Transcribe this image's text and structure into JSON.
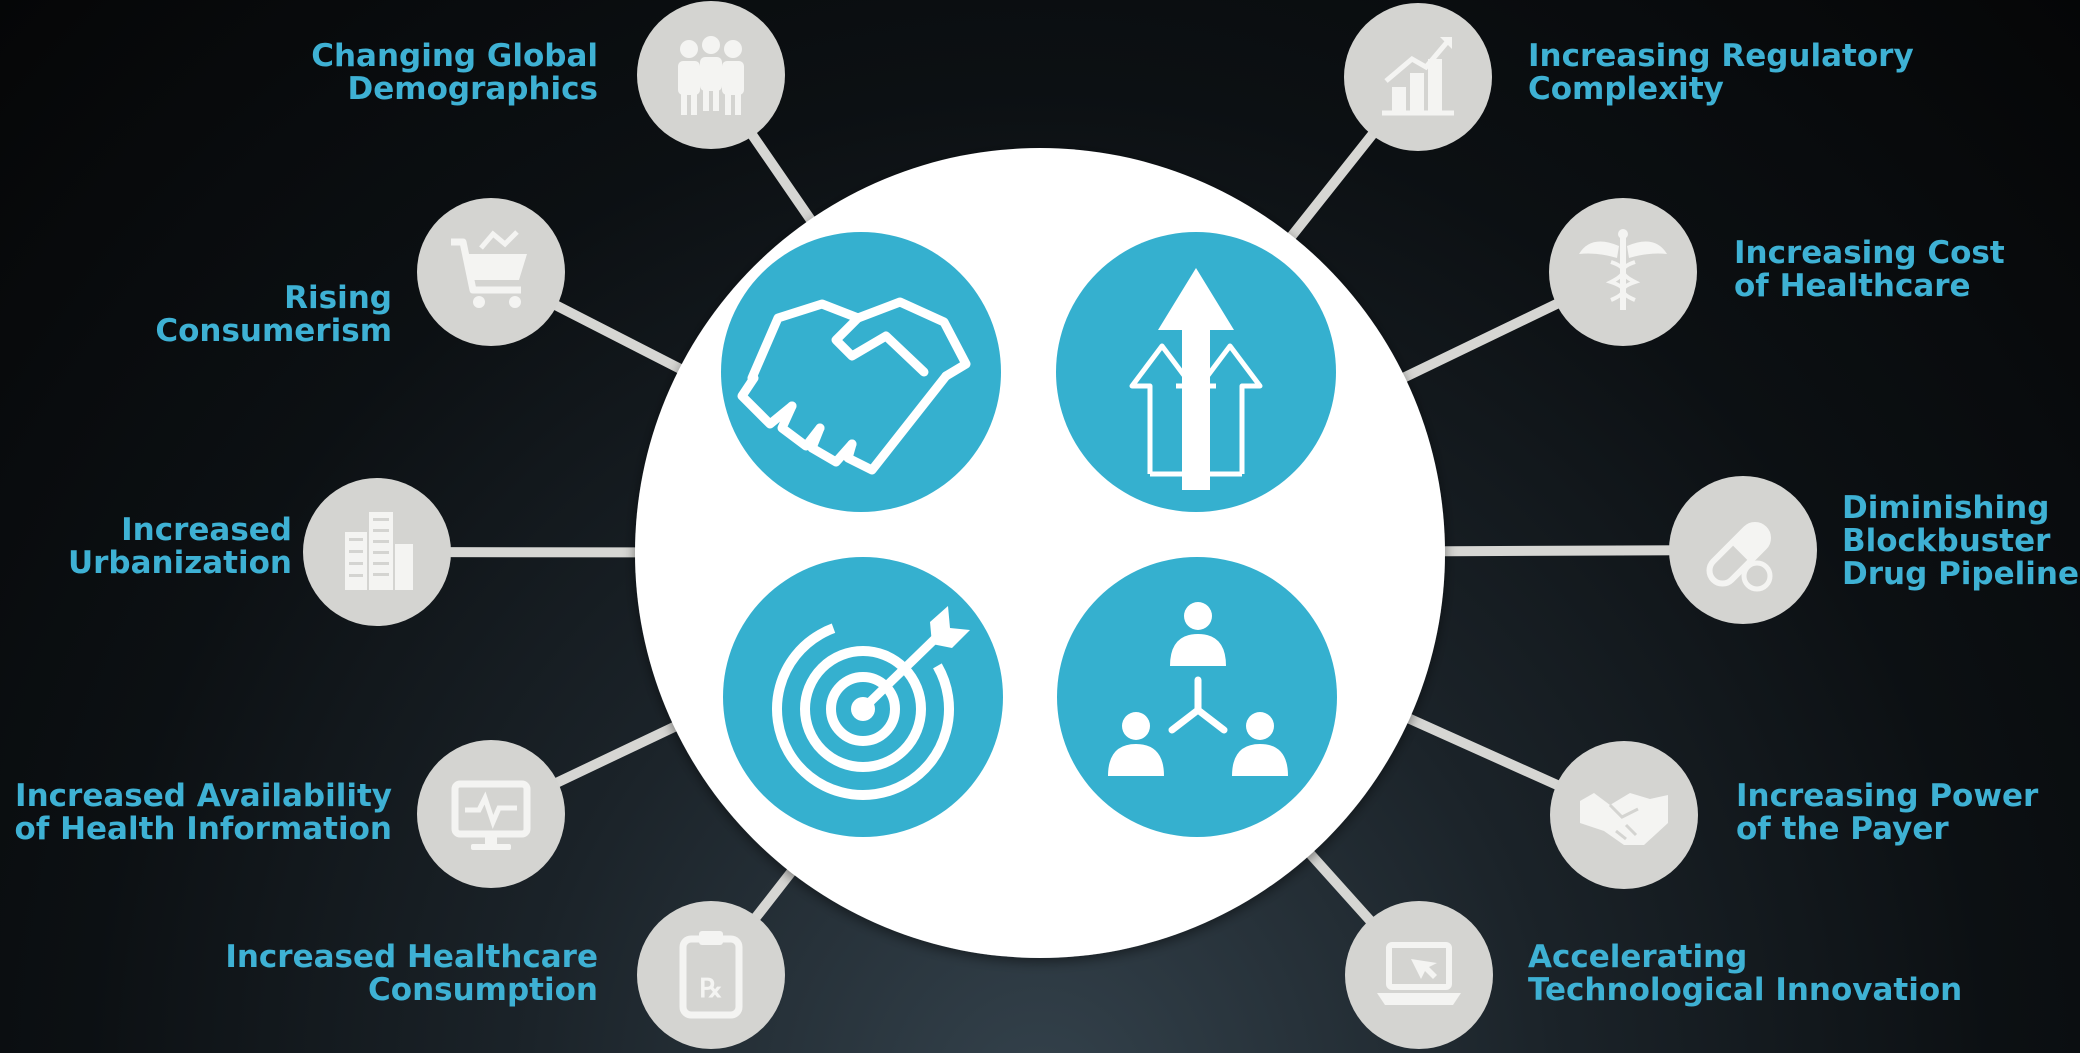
{
  "diagram": {
    "colors": {
      "accent": "#3eb1d4",
      "satellite_fill": "#d4d4d1",
      "satellite_icon": "#f4f4f2",
      "connector": "#d6d6d3",
      "hub_fill": "#ffffff",
      "quadrant_fill": "#35b0cf"
    },
    "quadrants": [
      {
        "icon": "handshake-icon"
      },
      {
        "icon": "growth-arrows-icon"
      },
      {
        "icon": "target-icon"
      },
      {
        "icon": "team-network-icon"
      }
    ],
    "factors": [
      {
        "id": "demographics",
        "icon": "people-group-icon",
        "lines": [
          "Changing Global",
          "Demographics"
        ]
      },
      {
        "id": "consumerism",
        "icon": "shopping-cart-icon",
        "lines": [
          "Rising",
          "Consumerism"
        ]
      },
      {
        "id": "urbanization",
        "icon": "buildings-icon",
        "lines": [
          "Increased",
          "Urbanization"
        ]
      },
      {
        "id": "health-info",
        "icon": "monitor-heartbeat-icon",
        "lines": [
          "Increased Availability",
          "of Health Information"
        ]
      },
      {
        "id": "consumption",
        "icon": "prescription-clipboard-icon",
        "lines": [
          "Increased Healthcare",
          "Consumption"
        ]
      },
      {
        "id": "regulatory",
        "icon": "rising-chart-icon",
        "lines": [
          "Increasing Regulatory",
          "Complexity"
        ]
      },
      {
        "id": "cost",
        "icon": "caduceus-icon",
        "lines": [
          "Increasing Cost",
          "of Healthcare"
        ]
      },
      {
        "id": "blockbuster",
        "icon": "pill-capsule-icon",
        "lines": [
          "Diminishing",
          "Blockbuster",
          "Drug Pipeline"
        ]
      },
      {
        "id": "payer",
        "icon": "handshake-small-icon",
        "lines": [
          "Increasing Power",
          "of the Payer"
        ]
      },
      {
        "id": "technology",
        "icon": "laptop-icon",
        "lines": [
          "Accelerating",
          "Technological Innovation"
        ]
      }
    ]
  }
}
